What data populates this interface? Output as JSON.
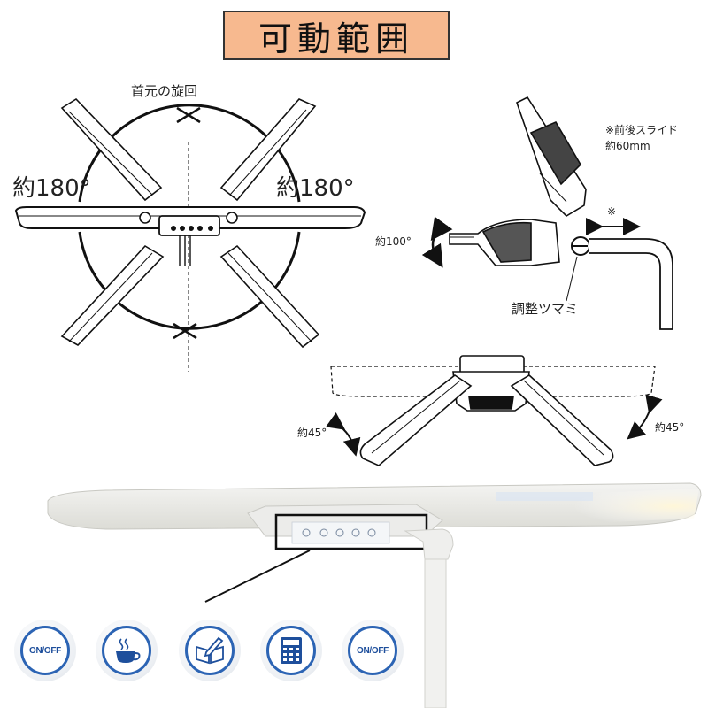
{
  "title": "可動範囲",
  "diagram1": {
    "caption": "首元の旋回",
    "left_angle": "約180°",
    "right_angle": "約180°"
  },
  "diagram2": {
    "slide_note_1": "※前後スライド",
    "slide_note_2": "約60mm",
    "tilt_angle": "約100°",
    "knob_label": "調整ツマミ",
    "slide_mark": "※"
  },
  "diagram3": {
    "left_angle": "約45°",
    "right_angle": "約45°"
  },
  "photo": {
    "buttons": [
      {
        "icon": "power",
        "label": "ON/OFF"
      },
      {
        "icon": "coffee-cup",
        "label": ""
      },
      {
        "icon": "study",
        "label": ""
      },
      {
        "icon": "calculator",
        "label": ""
      },
      {
        "icon": "power",
        "label": "ON/OFF"
      }
    ]
  },
  "colors": {
    "title_bg": "#f7b98f",
    "button_ring": "#2c64b4"
  }
}
